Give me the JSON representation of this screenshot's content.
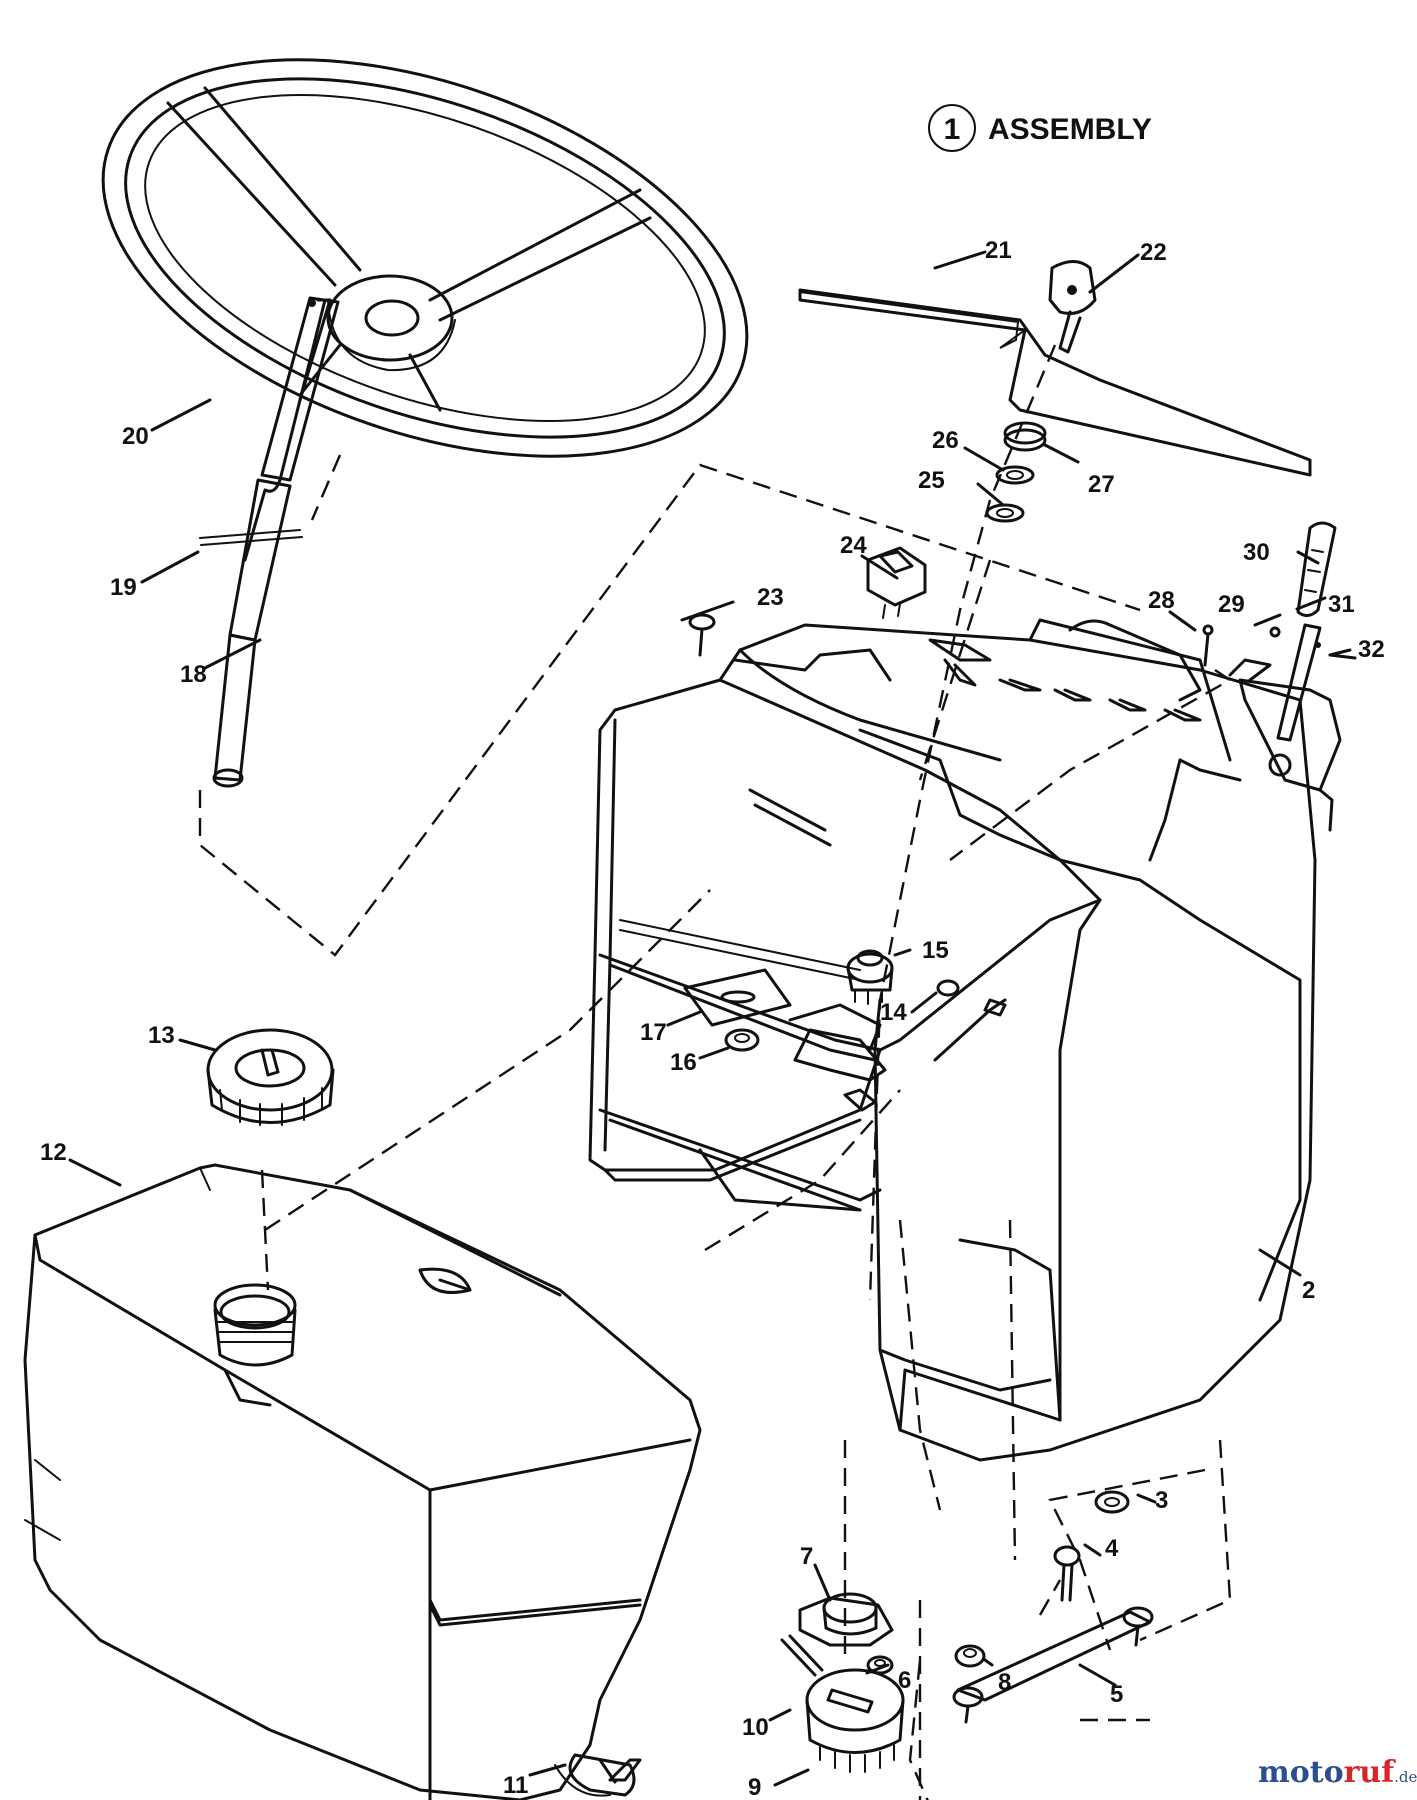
{
  "assembly": {
    "number": "1",
    "title": "ASSEMBLY"
  },
  "watermark": {
    "part1": "moto",
    "part2": "ruf",
    "part3": ".de"
  },
  "callouts": {
    "c2": "2",
    "c3": "3",
    "c4": "4",
    "c5": "5",
    "c6": "6",
    "c7": "7",
    "c8": "8",
    "c9": "9",
    "c10": "10",
    "c11": "11",
    "c12": "12",
    "c13": "13",
    "c14": "14",
    "c15": "15",
    "c16": "16",
    "c17": "17",
    "c18": "18",
    "c19": "19",
    "c20": "20",
    "c21": "21",
    "c22": "22",
    "c23": "23",
    "c24": "24",
    "c25": "25",
    "c26": "26",
    "c27": "27",
    "c28": "28",
    "c29": "29",
    "c30": "30",
    "c31": "31",
    "c32": "32"
  }
}
